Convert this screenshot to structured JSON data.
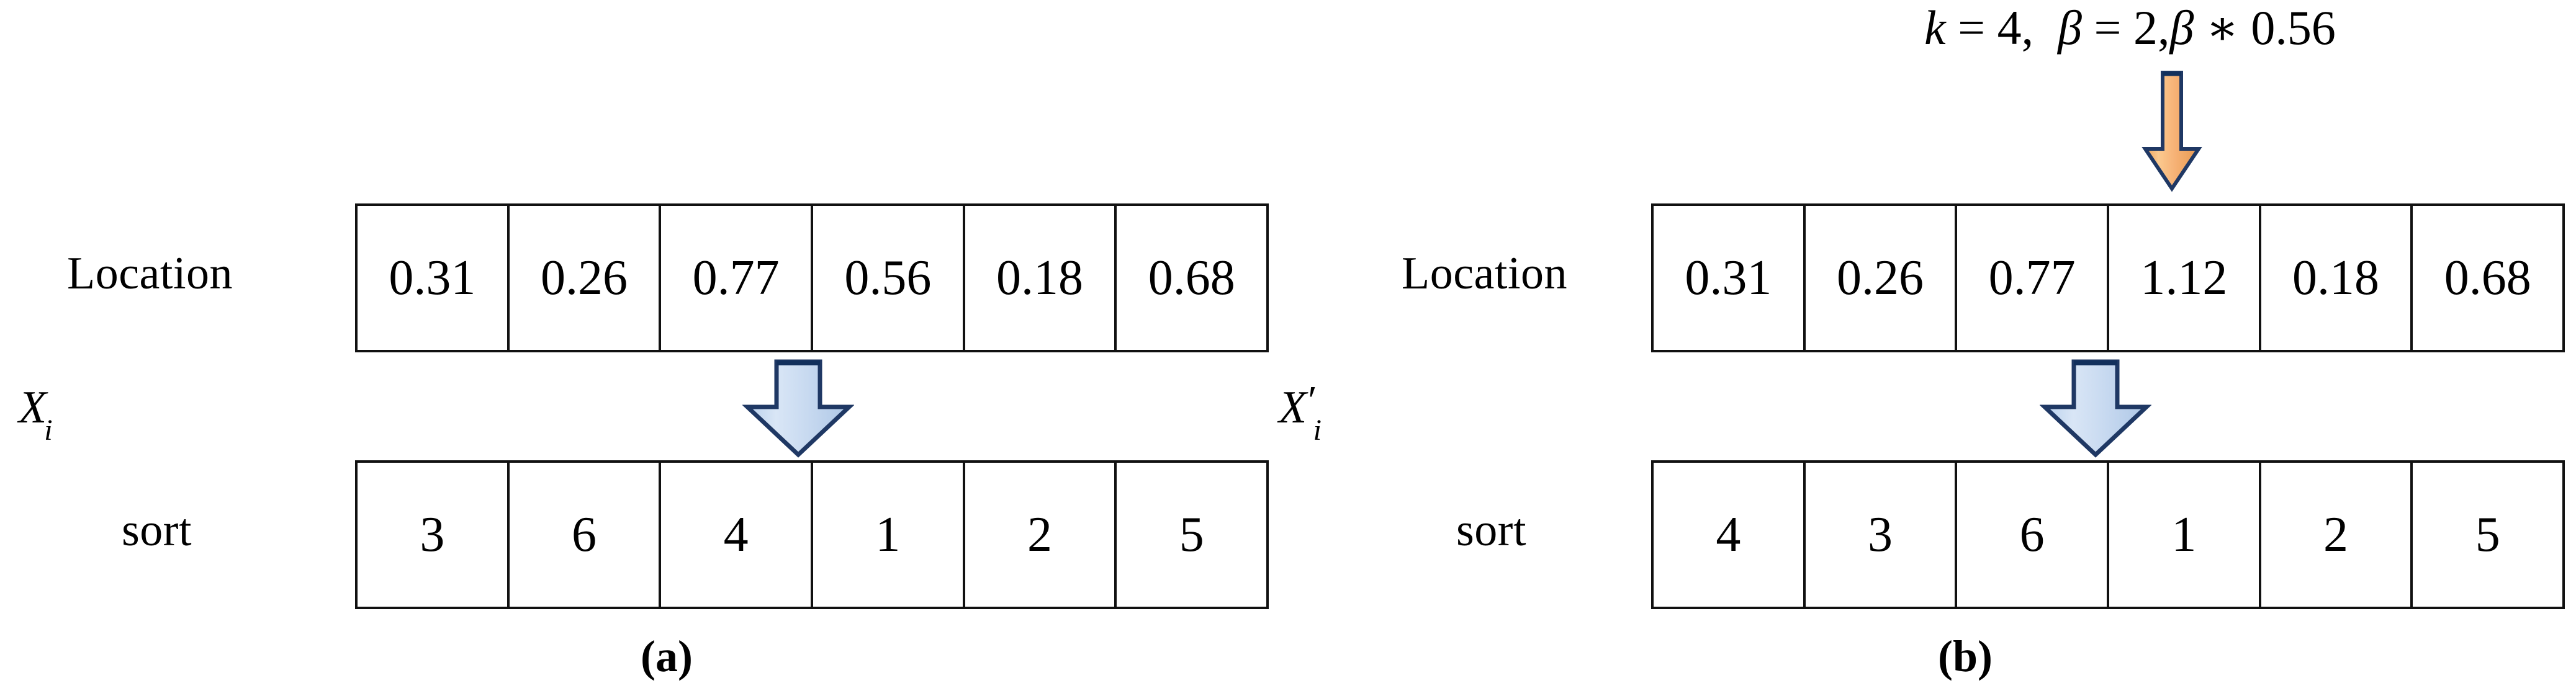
{
  "figure": {
    "panels": [
      {
        "id": "a",
        "caption": "(a)",
        "variable": {
          "base": "X",
          "sub": "i",
          "prime": ""
        },
        "rows": [
          {
            "label": "Location",
            "values": [
              "0.31",
              "0.26",
              "0.77",
              "0.56",
              "0.18",
              "0.68"
            ]
          },
          {
            "label": "sort",
            "values": [
              "3",
              "6",
              "4",
              "1",
              "2",
              "5"
            ]
          }
        ],
        "arrows": [
          {
            "name": "sort-transform-arrow",
            "kind": "block-down",
            "color": "#c5d9f1",
            "stroke": "#1f3864"
          }
        ],
        "equation": ""
      },
      {
        "id": "b",
        "caption": "(b)",
        "variable": {
          "base": "X",
          "sub": "i",
          "prime": "′"
        },
        "rows": [
          {
            "label": "Location",
            "values": [
              "0.31",
              "0.26",
              "0.77",
              "1.12",
              "0.18",
              "0.68"
            ]
          },
          {
            "label": "sort",
            "values": [
              "4",
              "3",
              "6",
              "1",
              "2",
              "5"
            ]
          }
        ],
        "arrows": [
          {
            "name": "mutation-arrow",
            "kind": "thin-down",
            "color": "#f8b977",
            "stroke": "#1f3864"
          },
          {
            "name": "sort-transform-arrow",
            "kind": "block-down",
            "color": "#c5d9f1",
            "stroke": "#1f3864"
          }
        ],
        "equation": {
          "full": "k = 4,  β = 2, β ∗ 0.56",
          "k_symbol": "k",
          "k_eq": "=",
          "k_value": "4",
          "comma1": ",",
          "beta_symbol": "β",
          "beta_eq": "=",
          "beta_value": "2",
          "comma2": ",",
          "beta_symbol2": "β",
          "mult": "∗",
          "operand": "0.56"
        }
      }
    ],
    "colors": {
      "blue_arrow_fill": "#c5d9f1",
      "blue_arrow_stroke": "#1f3864",
      "orange_arrow_fill": "#f8b977",
      "orange_arrow_stroke": "#1f3864",
      "cell_border": "#111111",
      "background": "#ffffff",
      "text": "#000000"
    }
  }
}
